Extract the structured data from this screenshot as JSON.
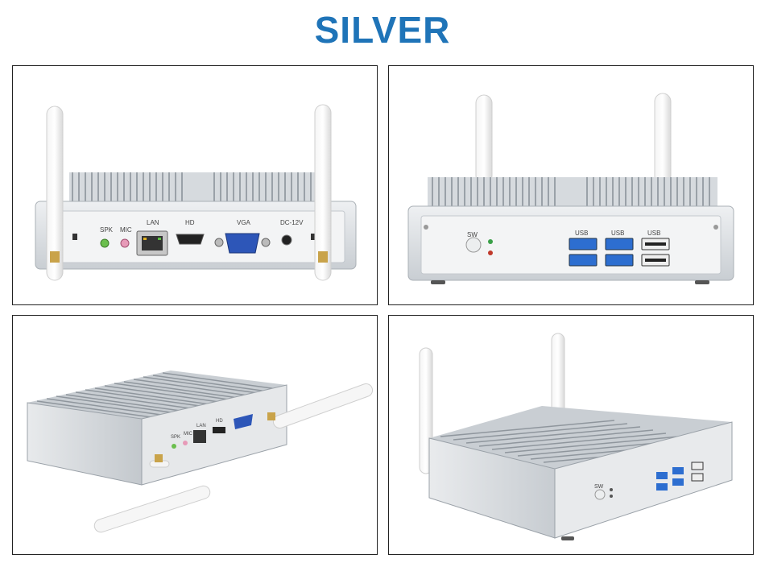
{
  "title": "SILVER",
  "panels": [
    {
      "view": "rear",
      "port_labels": {
        "spk": "SPK",
        "mic": "MIC",
        "lan": "LAN",
        "hd": "HD",
        "vga": "VGA",
        "dc": "DC-12V"
      }
    },
    {
      "view": "front",
      "port_labels": {
        "sw": "SW",
        "usb1": "USB",
        "usb2": "USB",
        "usb3": "USB"
      }
    },
    {
      "view": "rear-angle",
      "port_labels": {
        "spk": "SPK",
        "mic": "MIC",
        "lan": "LAN",
        "hd": "HD"
      }
    },
    {
      "view": "front-angle",
      "port_labels": {
        "sw": "SW"
      }
    }
  ]
}
